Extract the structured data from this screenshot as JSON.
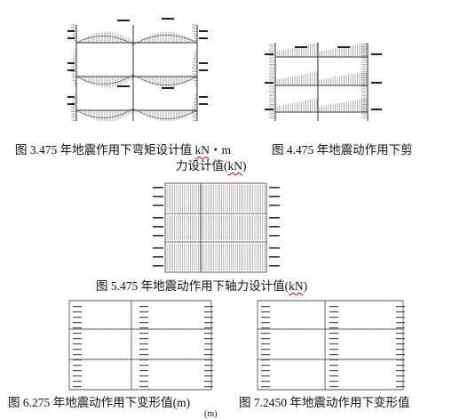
{
  "figures": {
    "fig3": {
      "caption_prefix": "图 3.475 年地震作用下弯矩设计值 ",
      "caption_unit": "kN",
      "caption_suffix": "・m"
    },
    "fig4": {
      "caption_line1": "图 4.475 年地震动作用下剪",
      "caption_line2_prefix": "力设计值(",
      "caption_line2_unit": "kN",
      "caption_line2_suffix": ")"
    },
    "fig5": {
      "caption_prefix": "图 5.475 年地震动作用下轴力设计值(",
      "caption_unit": "kN",
      "caption_suffix": ")"
    },
    "fig6": {
      "caption": "图 6.275 年地震动作用下变形值(m)"
    },
    "fig7": {
      "caption": "图 7.2450 年地震动作用下变形值"
    },
    "fragment": "(m)"
  },
  "colors": {
    "ink": "#111111",
    "line": "#333333",
    "fill": "#555555",
    "squiggle": "#cc0000"
  }
}
